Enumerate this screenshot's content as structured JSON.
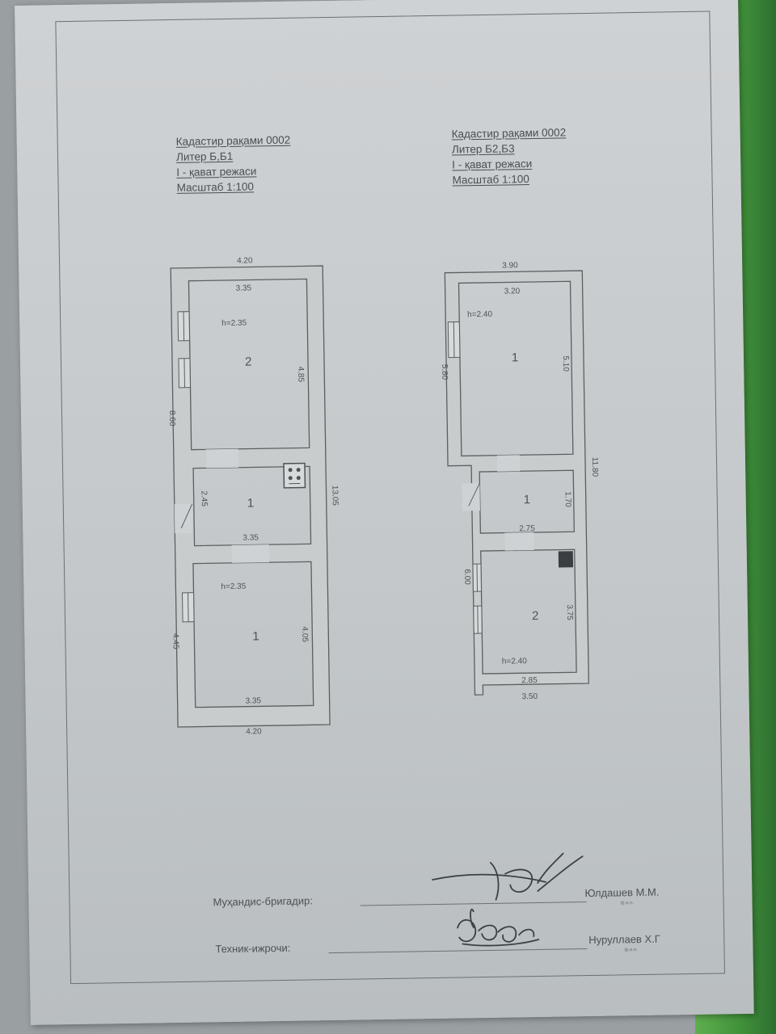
{
  "left_plan": {
    "header": [
      "Кадастир рақами 0002",
      "Литер Б,Б1",
      "I - қават режаси",
      "Масштаб 1:100"
    ],
    "dims": {
      "top_outer": "4.20",
      "top_inner": "3.35",
      "h_upper": "h=2.35",
      "right_upper": "4.85",
      "left_side": "8.60",
      "total_height": "13.05",
      "mid_left": "2.45",
      "mid_width": "3.35",
      "h_lower": "h=2.35",
      "left_lower": "4.45",
      "right_lower": "4.05",
      "bottom_inner": "3.35",
      "bottom_outer": "4.20"
    },
    "rooms": [
      "2",
      "1",
      "1"
    ]
  },
  "right_plan": {
    "header": [
      "Кадастир рақами 0002",
      "Литер Б2,Б3",
      "I - қават режаси",
      "Масштаб 1:100"
    ],
    "dims": {
      "top_outer": "3.90",
      "top_inner": "3.20",
      "h_upper": "h=2.40",
      "left_upper": "5.80",
      "right_upper": "5.10",
      "total_height": "11.80",
      "mid_right": "1.70",
      "mid_width": "2.75",
      "left_lower": "6.00",
      "right_lower": "3.75",
      "h_lower": "h=2.40",
      "bottom_inner": "2.85",
      "bottom_outer": "3.50"
    },
    "rooms": [
      "1",
      "1",
      "2"
    ]
  },
  "signatures": [
    {
      "role": "Муҳандис-бригадир:",
      "name": "Юлдашев М.М.",
      "sub": "ф.и.о."
    },
    {
      "role": "Техник-ижрочи:",
      "name": "Нуруллаев Х.Г",
      "sub": "ф.и.о."
    }
  ],
  "colors": {
    "ink": "#4d5254",
    "wall": "#c9cccd",
    "paper": "#cfd2d4",
    "green": "#3f8f3a"
  }
}
